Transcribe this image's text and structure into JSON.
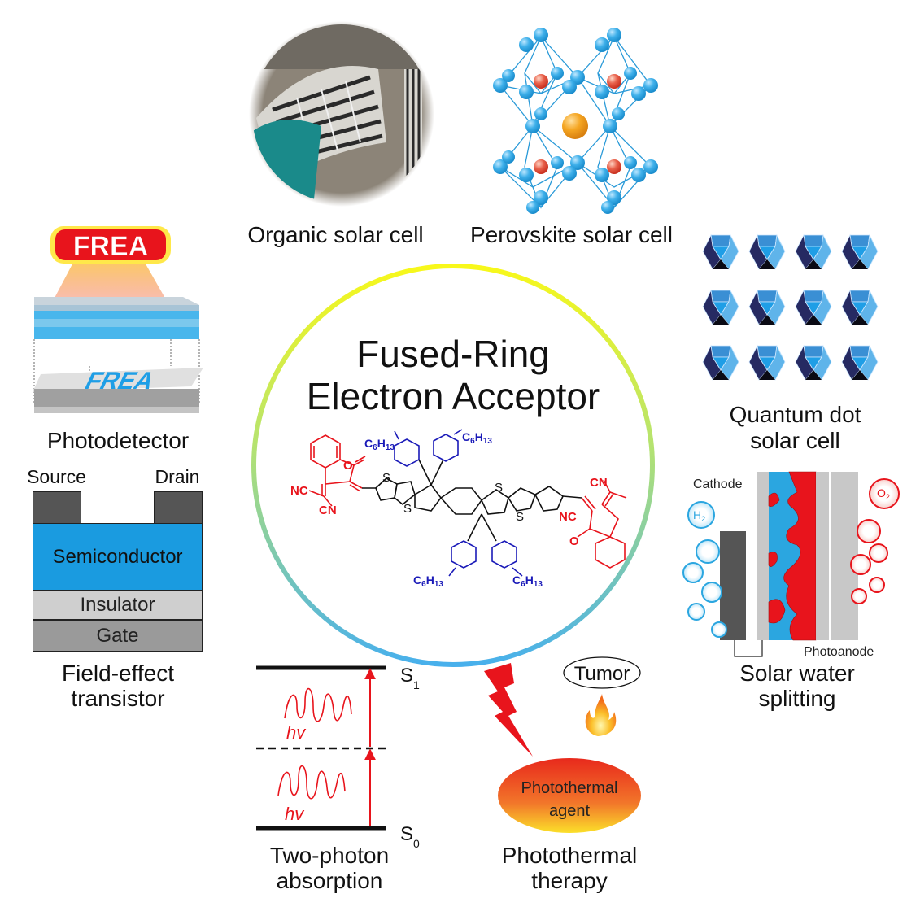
{
  "center": {
    "title_line1": "Fused-Ring",
    "title_line2": "Electron Acceptor",
    "molecule": {
      "side_chain": "C6H13",
      "sc_C": "C",
      "sc_6": "6",
      "sc_H": "H",
      "sc_13": "13",
      "sulfur": "S",
      "oxygen": "O",
      "nitrile_left": "NC",
      "nitrile_right": "CN"
    },
    "colors": {
      "ring_top": "#f5f51e",
      "ring_mid": "#a8e07a",
      "ring_bottom": "#4db3ea",
      "acceptor": "#e8141c",
      "side_chain": "#1a1ab8",
      "core": "#111111"
    }
  },
  "applications": {
    "organic_solar_cell": {
      "label": "Organic solar cell"
    },
    "perovskite_solar_cell": {
      "label": "Perovskite solar cell"
    },
    "photodetector": {
      "label": "Photodetector",
      "badge": "FREA",
      "pattern_text": "FREA"
    },
    "quantum_dot": {
      "label_line1": "Quantum dot",
      "label_line2": "solar cell",
      "grid_rows": 3,
      "grid_cols": 4
    },
    "fet": {
      "label_line1": "Field-effect",
      "label_line2": "transistor",
      "source": "Source",
      "drain": "Drain",
      "semiconductor": "Semiconductor",
      "insulator": "Insulator",
      "gate": "Gate"
    },
    "water_splitting": {
      "label_line1": "Solar water",
      "label_line2": "splitting",
      "cathode": "Cathode",
      "photoanode": "Photoanode",
      "h2": "H",
      "h2_sub": "2",
      "o2": "O",
      "o2_sub": "2"
    },
    "two_photon": {
      "label_line1": "Two-photon",
      "label_line2": "absorption",
      "s1": "S",
      "s1_sub": "1",
      "s0": "S",
      "s0_sub": "0",
      "photon": "hv"
    },
    "photothermal": {
      "label_line1": "Photothermal",
      "label_line2": "therapy",
      "tumor": "Tumor",
      "agent_line1": "Photothermal",
      "agent_line2": "agent"
    }
  }
}
